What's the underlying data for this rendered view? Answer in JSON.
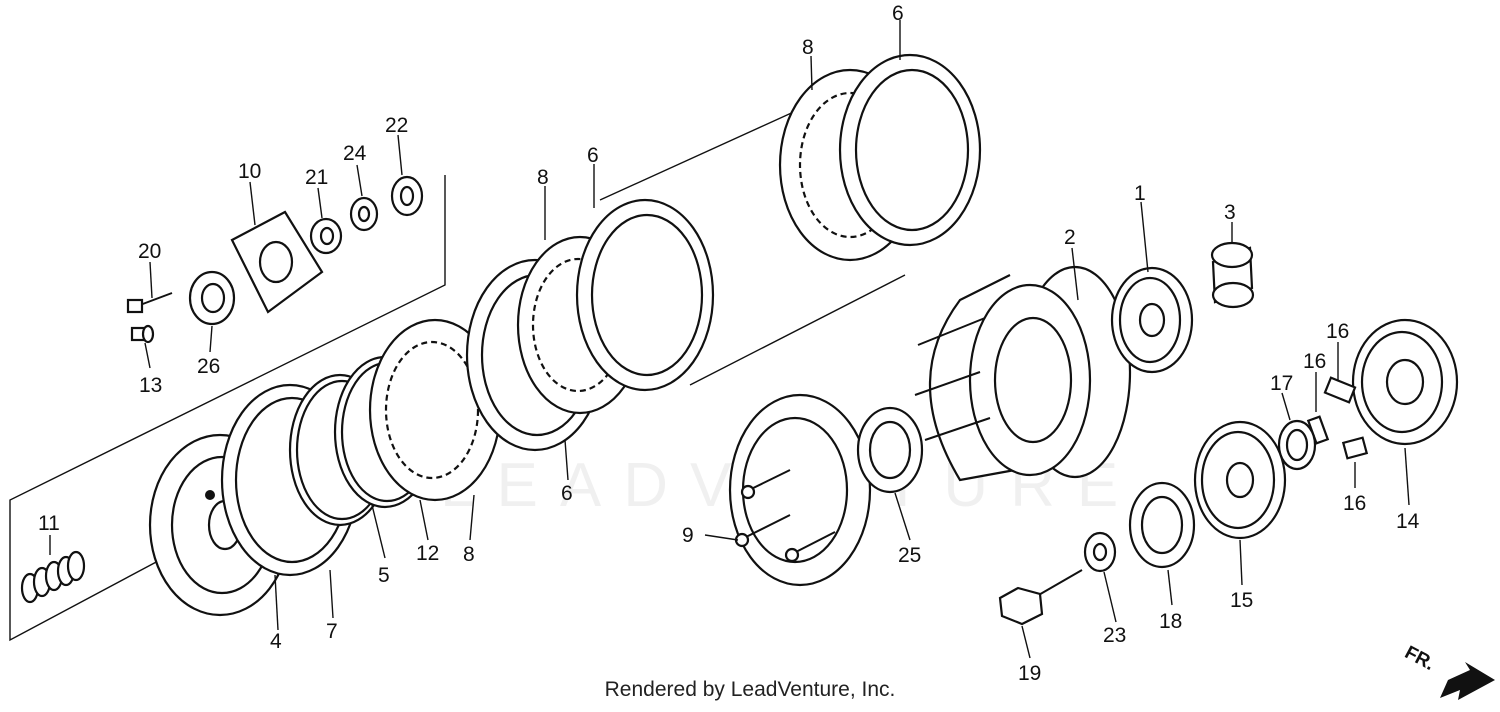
{
  "callouts": {
    "p1": "1",
    "p2": "2",
    "p3": "3",
    "p4": "4",
    "p5": "5",
    "p6a": "6",
    "p6b": "6",
    "p6c": "6",
    "p7": "7",
    "p8a": "8",
    "p8b": "8",
    "p8c": "8",
    "p9": "9",
    "p10": "10",
    "p11": "11",
    "p12": "12",
    "p13": "13",
    "p14": "14",
    "p15": "15",
    "p16a": "16",
    "p16b": "16",
    "p16c": "16",
    "p17": "17",
    "p18": "18",
    "p19": "19",
    "p20": "20",
    "p21": "21",
    "p22": "22",
    "p23": "23",
    "p24": "24",
    "p25": "25",
    "p26": "26"
  },
  "direction_label": "FR.",
  "watermark": "LEADVENTURE",
  "footer": "Rendered by LeadVenture, Inc."
}
